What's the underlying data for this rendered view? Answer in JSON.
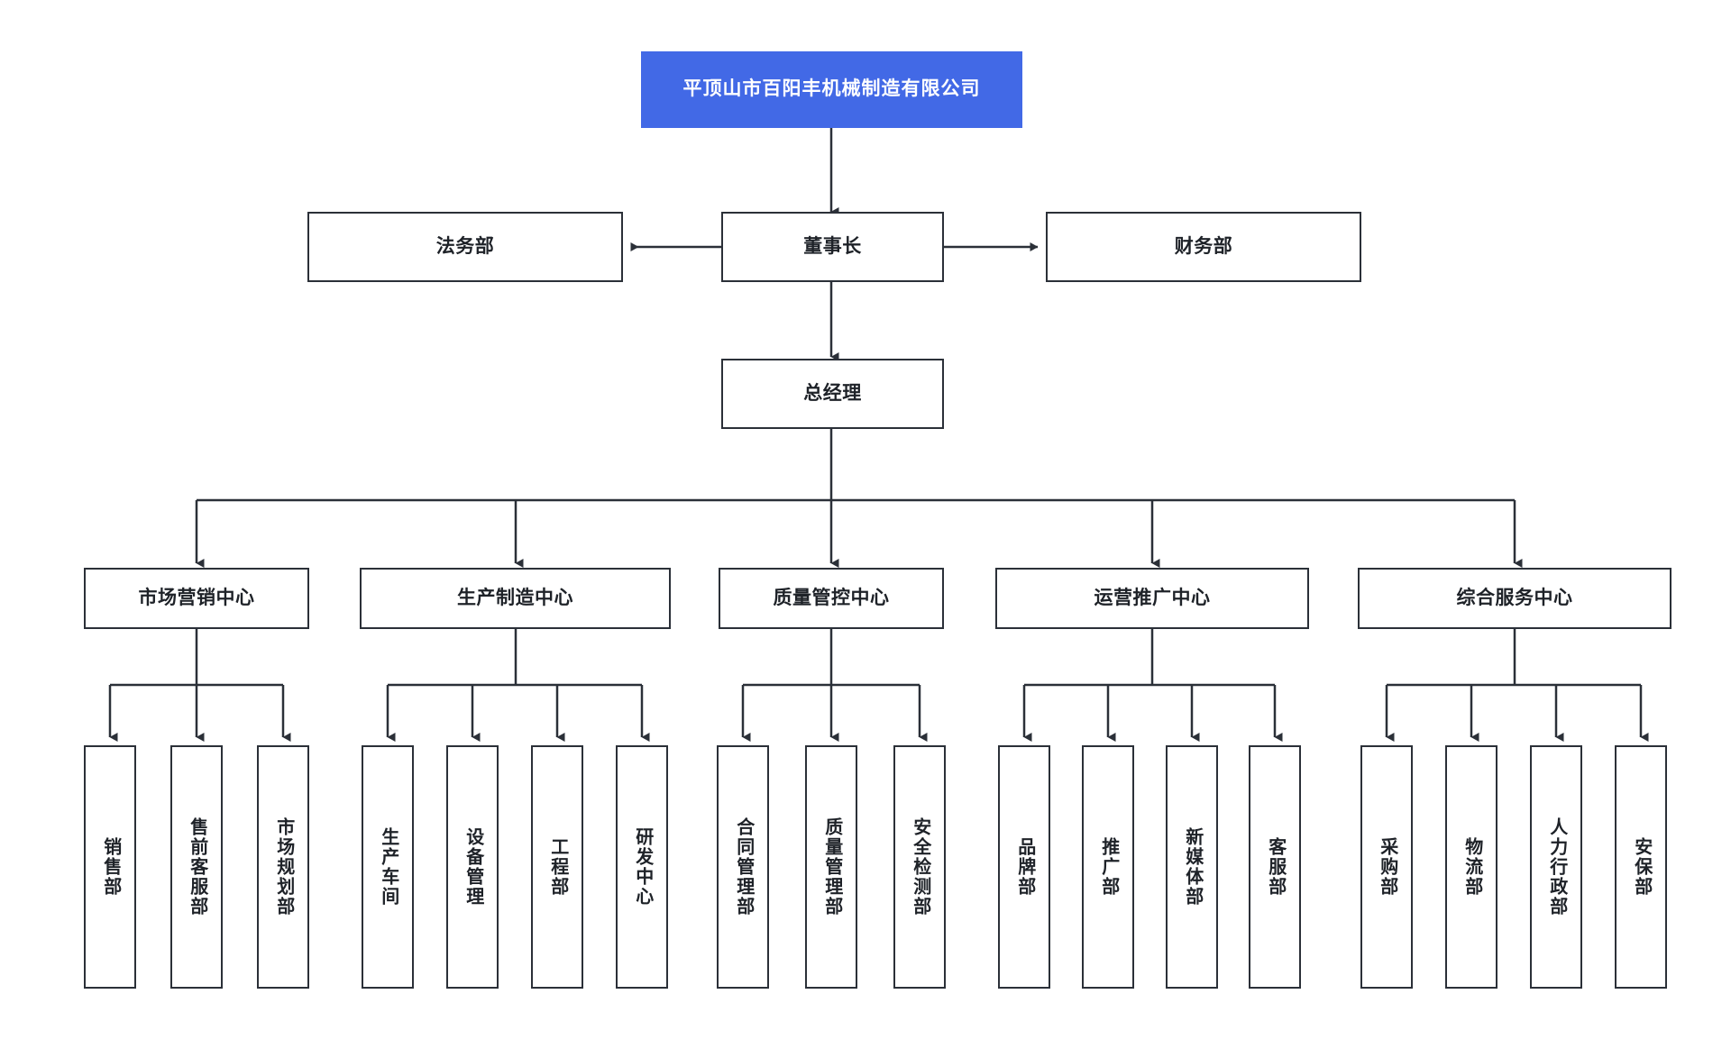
{
  "chart": {
    "type": "org-chart",
    "title": "平顶山市百阳丰机械制造有限公司",
    "accent_color": "#4269e6",
    "line_color": "#2b3038",
    "background": "#ffffff"
  },
  "root": {
    "label": "平顶山市百阳丰机械制造有限公司"
  },
  "level1": {
    "chairman": "董事长",
    "legal": "法务部",
    "finance": "财务部"
  },
  "level2": {
    "general_manager": "总经理"
  },
  "centers": [
    {
      "label": "市场营销中心",
      "children": [
        "销售部",
        "售前客服部",
        "市场规划部"
      ]
    },
    {
      "label": "生产制造中心",
      "children": [
        "生产车间",
        "设备管理",
        "工程部",
        "研发中心"
      ]
    },
    {
      "label": "质量管控中心",
      "children": [
        "合同管理部",
        "质量管理部",
        "安全检测部"
      ]
    },
    {
      "label": "运营推广中心",
      "children": [
        "品牌部",
        "推广部",
        "新媒体部",
        "客服部"
      ]
    },
    {
      "label": "综合服务中心",
      "children": [
        "采购部",
        "物流部",
        "人力行政部",
        "安保部"
      ]
    }
  ]
}
